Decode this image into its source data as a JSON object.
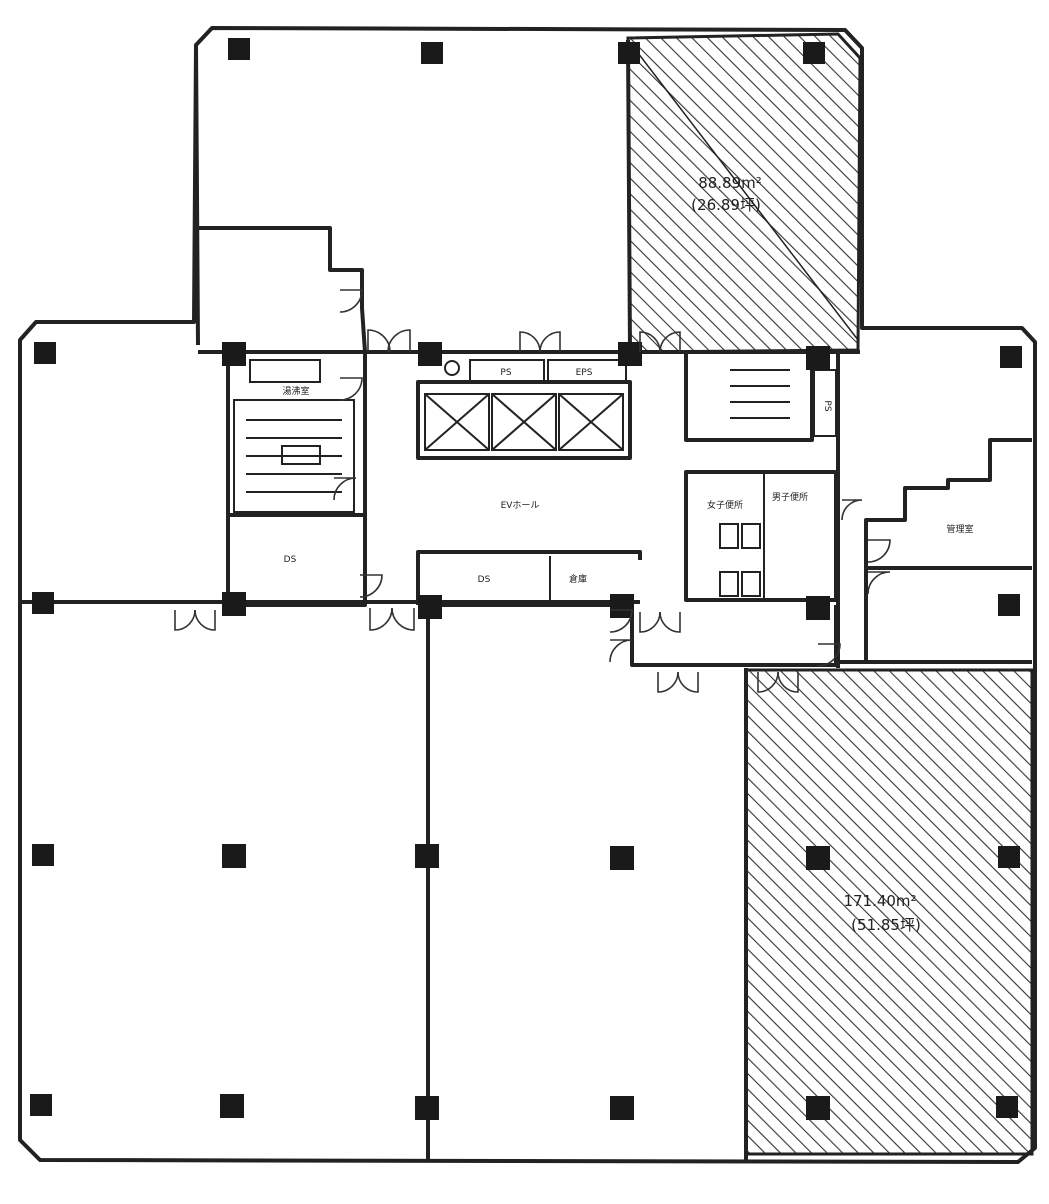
{
  "plan": {
    "units": [
      {
        "id": "north-east",
        "area": "88.89m²",
        "tsubo": "(26.89坪)"
      },
      {
        "id": "south-east",
        "area": "171.40m²",
        "tsubo": "(51.85坪)"
      }
    ],
    "rooms": {
      "ps": "PS",
      "eps": "EPS",
      "elevator_hall": "EVホール",
      "ds_west": "DS",
      "ds_center": "DS",
      "storage": "倉庫",
      "womens_wc": "女子便所",
      "mgmt_room": "管理室",
      "pantry": "湯沸室",
      "ps_east": "PS",
      "mens_wc": "男子便所"
    },
    "colors": {
      "line": "#222222",
      "hatch": "#333333",
      "background": "#ffffff"
    }
  }
}
